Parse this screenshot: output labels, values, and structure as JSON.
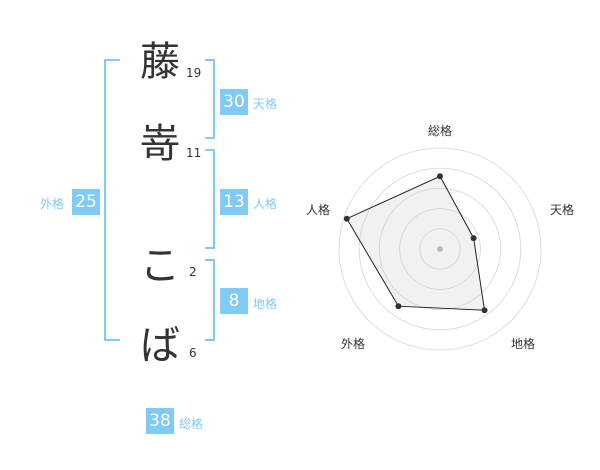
{
  "name_chars": [
    {
      "char": "藤",
      "strokes": "19"
    },
    {
      "char": "嵜",
      "strokes": "11"
    },
    {
      "char": "こ",
      "strokes": "2"
    },
    {
      "char": "ば",
      "strokes": "6"
    }
  ],
  "fortune": {
    "tenkaku": {
      "value": "30",
      "label": "天格"
    },
    "jinkaku": {
      "value": "13",
      "label": "人格"
    },
    "chikaku": {
      "value": "8",
      "label": "地格"
    },
    "gaikaku": {
      "value": "25",
      "label": "外格"
    },
    "soukaku": {
      "value": "38",
      "label": "総格"
    }
  },
  "colors": {
    "accent": "#7fcbf5",
    "text": "#333333",
    "grid": "#dddddd"
  },
  "chart_data": {
    "type": "radar",
    "axes": [
      "総格",
      "天格",
      "地格",
      "外格",
      "人格"
    ],
    "values": [
      0.72,
      0.35,
      0.75,
      0.7,
      0.97
    ],
    "max": 1
  }
}
